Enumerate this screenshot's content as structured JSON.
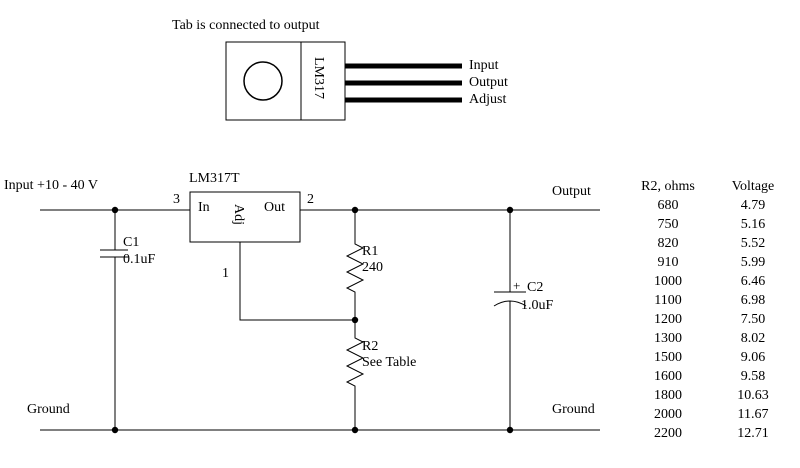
{
  "colors": {
    "ink": "#000000",
    "background": "#ffffff"
  },
  "package_diagram": {
    "note": "Tab is connected to output",
    "chip_label": "LM317",
    "pin_labels": [
      "Input",
      "Output",
      "Adjust"
    ]
  },
  "schematic": {
    "input_label": "Input +10 - 40 V",
    "output_label": "Output",
    "ground_label_left": "Ground",
    "ground_label_right": "Ground",
    "regulator": {
      "title": "LM317T",
      "pin_in": "In",
      "pin_out": "Out",
      "pin_adj": "Adj",
      "pin_number_input": "3",
      "pin_number_output": "2",
      "pin_number_adjust": "1"
    },
    "c1": {
      "name": "C1",
      "value": "0.1uF"
    },
    "r1": {
      "name": "R1",
      "value": "240"
    },
    "r2": {
      "name": "R2",
      "value": "See Table"
    },
    "c2": {
      "name": "C2",
      "value": "1.0uF",
      "polarity_mark": "+"
    }
  },
  "resistor_table": {
    "headers": [
      "R2, ohms",
      "Voltage"
    ],
    "rows": [
      [
        "680",
        "4.79"
      ],
      [
        "750",
        "5.16"
      ],
      [
        "820",
        "5.52"
      ],
      [
        "910",
        "5.99"
      ],
      [
        "1000",
        "6.46"
      ],
      [
        "1100",
        "6.98"
      ],
      [
        "1200",
        "7.50"
      ],
      [
        "1300",
        "8.02"
      ],
      [
        "1500",
        "9.06"
      ],
      [
        "1600",
        "9.58"
      ],
      [
        "1800",
        "10.63"
      ],
      [
        "2000",
        "11.67"
      ],
      [
        "2200",
        "12.71"
      ]
    ]
  }
}
